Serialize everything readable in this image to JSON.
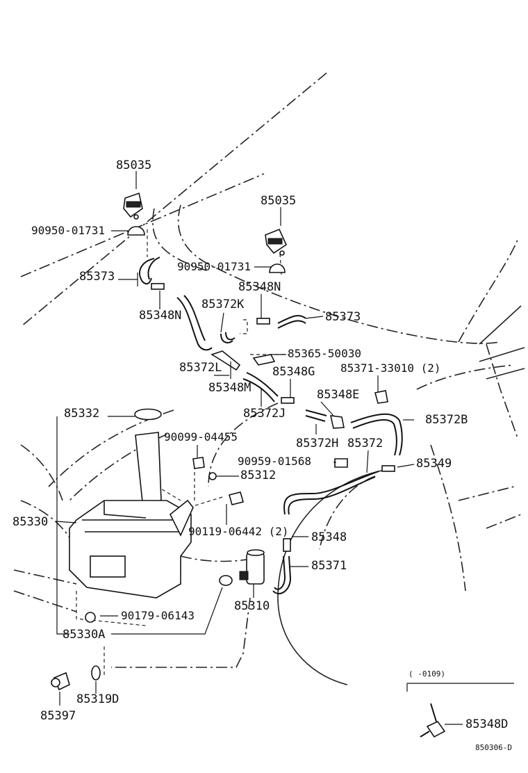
{
  "parts": {
    "p85035_a": "85035",
    "p85035_b": "85035",
    "p90950_a": "90950-01731",
    "p90950_b": "90950-01731",
    "p85373_a": "85373",
    "p85373_b": "85373",
    "p85348N_a": "85348N",
    "p85348N_b": "85348N",
    "p85372K": "85372K",
    "p85365": "85365-50030",
    "p85372L": "85372L",
    "p85348G": "85348G",
    "p85371_33010": "85371-33010 (2)",
    "p85348M": "85348M",
    "p85348E": "85348E",
    "p85332": "85332",
    "p85372J": "85372J",
    "p85372B": "85372B",
    "p90099": "90099-04455",
    "p85372H": "85372H",
    "p85372": "85372",
    "p90959": "90959-01568",
    "p85349": "85349",
    "p85312": "85312",
    "p85330": "85330",
    "p90119": "90119-06442 (2)",
    "p85348": "85348",
    "p85371": "85371",
    "p85310": "85310",
    "p90179": "90179-06143",
    "p85330A": "85330A",
    "p85319D": "85319D",
    "p85397": "85397",
    "inset_range": "(   -0109)",
    "p85348D": "85348D",
    "diagram_code": "850306-D"
  }
}
